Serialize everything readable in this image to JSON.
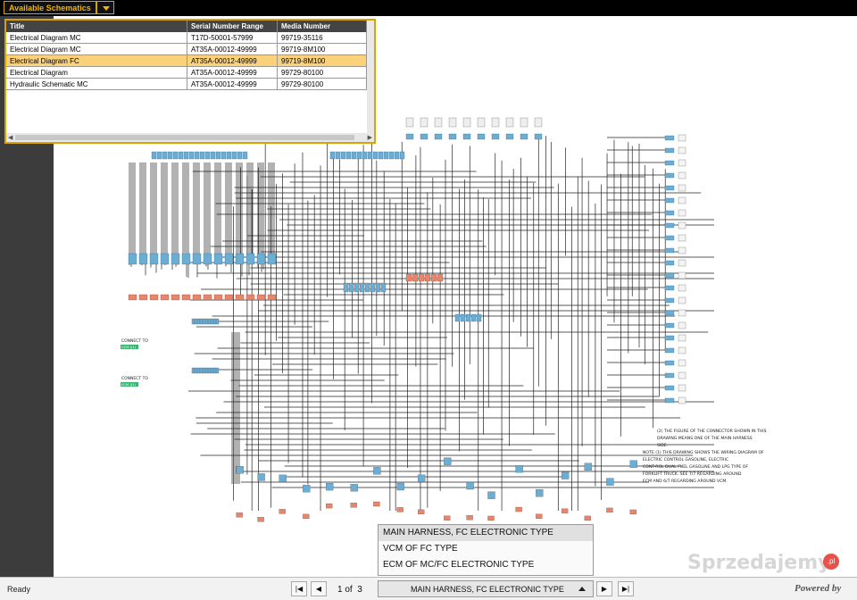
{
  "toolbar": {
    "available_schematics_label": "Available Schematics"
  },
  "schematics_table": {
    "columns": [
      "Title",
      "Serial Number Range",
      "Media Number"
    ],
    "rows": [
      {
        "title": "Electrical Diagram MC",
        "serial": "T17D-50001-57999",
        "media": "99719-35116"
      },
      {
        "title": "Electrical Diagram MC",
        "serial": "AT35A-00012-49999",
        "media": "99719-8M100"
      },
      {
        "title": "Electrical Diagram FC",
        "serial": "AT35A-00012-49999",
        "media": "99719-8M100"
      },
      {
        "title": "Electrical Diagram",
        "serial": "AT35A-00012-49999",
        "media": "99729-80100"
      },
      {
        "title": "Hydraulic Schematic MC",
        "serial": "AT35A-00012-49999",
        "media": "99729-80100"
      }
    ],
    "selected_index": 2
  },
  "diagram": {
    "connect_vcm": "CONNECT TO",
    "vcm_tag": "VCM (J1)",
    "connect_ecm": "CONNECT TO",
    "ecm_tag": "ECM (J1)",
    "note_lines": [
      "(2)  THE FIGURE OF THE CONNECTOR SHOWN IN THIS",
      "DRAWING MEANS ONE OF THE MAIN HARNESS",
      "SIDE.",
      "NOTE (1)  THIS DRAWING SHOWS THE WIRING DIAGRAM OF",
      "ELECTRIC CONTROL GASOLINE, ELECTRIC",
      "CONT-ROL DUAL FUEL GASOLINE AND LPG TYPE OF",
      "FORKLIFT TRUCK. SEE 7/7 REGARDING AROUND",
      "ECM AND 6/7 REGARDING AROUND VCM."
    ]
  },
  "sheet_menu": {
    "options": [
      "MAIN HARNESS, FC ELECTRONIC TYPE",
      "VCM OF FC TYPE",
      "ECM OF MC/FC ELECTRONIC TYPE"
    ],
    "selected_index": 0
  },
  "status": {
    "ready": "Ready",
    "page_current": "1",
    "page_of": "of",
    "page_total": "3",
    "current_sheet": "MAIN HARNESS, FC ELECTRONIC TYPE",
    "powered_by": "Powered by"
  },
  "watermark": {
    "text": "Sprzedajemy",
    "badge": ".pl"
  },
  "colors": {
    "accent": "#d9a400",
    "selected_row": "#fbd27a",
    "connector": "#6aaed6",
    "terminal": "#e8856a"
  }
}
